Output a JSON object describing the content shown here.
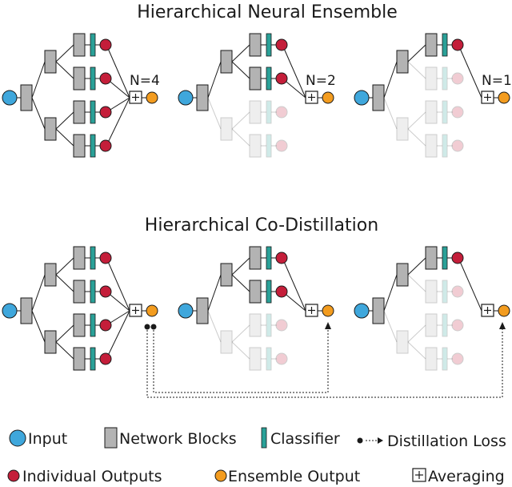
{
  "titles": {
    "top": "Hierarchical Neural Ensemble",
    "bottom": "Hierarchical Co-Distillation"
  },
  "ensemble_labels": [
    "N=4",
    "N=2",
    "N=1"
  ],
  "active_branch_counts": [
    4,
    2,
    1
  ],
  "legend": {
    "input": "Input",
    "network_blocks": "Network Blocks",
    "classifier": "Classifier",
    "distillation_loss": "Distillation Loss",
    "individual_outputs": "Individual Outputs",
    "ensemble_output": "Ensemble Output",
    "averaging": "Averaging"
  },
  "colors": {
    "input": "#3fa7dc",
    "block": "#b3b3b3",
    "classifier": "#2aa198",
    "individual_output": "#c41e3a",
    "ensemble_output": "#f39c1f",
    "line": "#1a1a1a",
    "faded_opacity": 0.22
  }
}
